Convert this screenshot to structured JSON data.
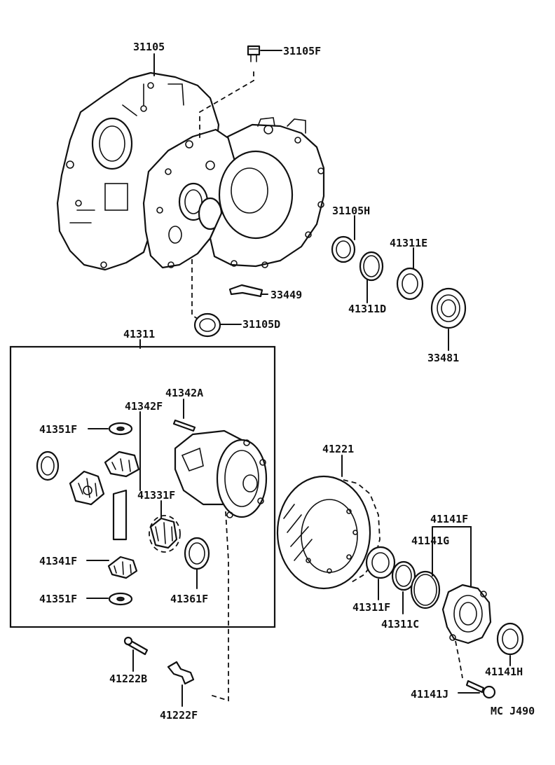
{
  "diagram": {
    "code": "MC J490",
    "parts": {
      "p31105": "31105",
      "p31105F": "31105F",
      "p31105H": "31105H",
      "p41311E": "41311E",
      "p41311D": "41311D",
      "p33449": "33449",
      "p31105D": "31105D",
      "p33481": "33481",
      "p41311": "41311",
      "p41342A": "41342A",
      "p41342F": "41342F",
      "p41351F_top": "41351F",
      "p41331F": "41331F",
      "p41341F": "41341F",
      "p41361F": "41361F",
      "p41351F_bottom": "41351F",
      "p41221": "41221",
      "p41141F": "41141F",
      "p41141G": "41141G",
      "p41311F": "41311F",
      "p41311C": "41311C",
      "p41141H": "41141H",
      "p41222B": "41222B",
      "p41222F": "41222F",
      "p41141J": "41141J"
    }
  }
}
